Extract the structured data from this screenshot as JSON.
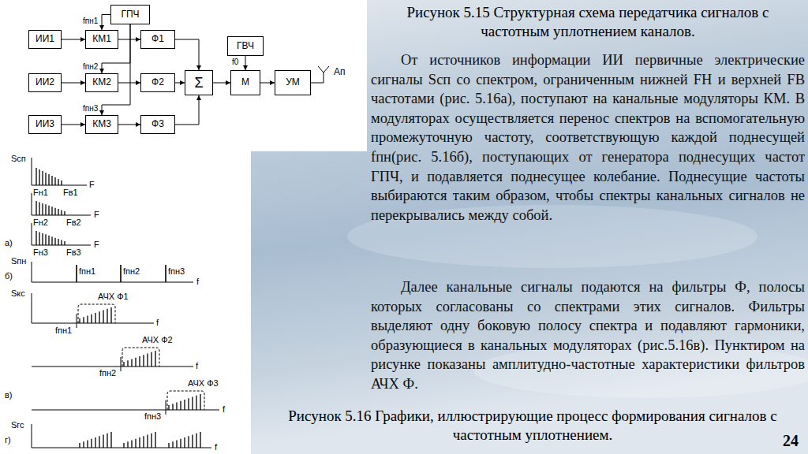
{
  "diagram": {
    "caption": "Рисунок 5.15 Структурная схема передатчика сигналов с частотным уплотнением каналов.",
    "nodes": [
      {
        "text": [
          "ГПЧ"
        ]
      },
      {
        "text": [
          "ИИ1"
        ]
      },
      {
        "text": [
          "КМ1"
        ]
      },
      {
        "text": [
          "Ф1"
        ]
      },
      {
        "text": [
          "ГВЧ"
        ]
      },
      {
        "text": [
          "ИИ2"
        ]
      },
      {
        "text": [
          "КМ2"
        ]
      },
      {
        "text": [
          "Ф2"
        ]
      },
      {
        "text": [
          "Σ"
        ]
      },
      {
        "text": [
          "М"
        ]
      },
      {
        "text": [
          "УМ"
        ]
      },
      {
        "text": [
          "ИИ3"
        ]
      },
      {
        "text": [
          "КМ3"
        ]
      },
      {
        "text": [
          "Ф3"
        ]
      }
    ],
    "edges": [
      {
        "from": 1,
        "to": 2,
        "arrow": "to"
      },
      {
        "from": 2,
        "to": 3,
        "arrow": "to"
      },
      {
        "from": 5,
        "to": 6,
        "arrow": "to"
      },
      {
        "from": 6,
        "to": 7,
        "arrow": "to"
      },
      {
        "from": 11,
        "to": 12,
        "arrow": "to"
      },
      {
        "from": 12,
        "to": 13,
        "arrow": "to"
      },
      {
        "from": 3,
        "to": 8,
        "arrow": "to"
      },
      {
        "from": 7,
        "to": 8,
        "arrow": "to"
      },
      {
        "from": 13,
        "to": 8,
        "arrow": "to"
      },
      {
        "from": 8,
        "to": 9,
        "arrow": "to"
      },
      {
        "from": 9,
        "to": 10,
        "arrow": "to"
      },
      {
        "from": 4,
        "to": 9,
        "label": "f0",
        "arrow": "to"
      },
      {
        "from": 0,
        "to": 2,
        "label": "fпн1",
        "arrow": "to"
      },
      {
        "from": 0,
        "to": 6,
        "label": "fпн2",
        "arrow": "to"
      },
      {
        "from": 0,
        "to": 12,
        "label": "fпн3",
        "arrow": "to"
      }
    ],
    "labels": [
      "Рисунок 5.16 Графики, иллюстрирующие процесс формирования сигналов с частотным уплотнением.",
      "От источников информации ИИ первичные электрические сигналы Sсп со спектром, ограниченным нижней FН и верхней FВ частотами (рис. 5.16а), поступают на канальные модуляторы КМ. В модуляторах осуществляется перенос спектров на вспомогательную промежуточную частоту, соответствующую каждой поднесущей fпн(рис. 5.16б), поступающих от генератора поднесущих частот ГПЧ, и подавляется поднесущее колебание. Поднесущие частоты выбираются таким образом, чтобы спектры канальных сигналов не перекрывались между собой.",
      "Далее канальные сигналы подаются на фильтры Ф, полосы которых согласованы со спектрами этих сигналов. Фильтры выделяют одну боковую полосу спектра и подавляют гармоники, образующиеся в канальных модуляторах (рис.5.16в). Пунктиром на рисунке показаны амплитудно-частотные характеристики фильтров АЧХ Ф.",
      "24",
      "Aп",
      "Sсп",
      "Fн1",
      "Fв1",
      "F",
      "Fн2",
      "Fв2",
      "F",
      "а)",
      "Fн3",
      "Fв3",
      "F",
      "Sпн",
      "б)",
      "fпн1",
      "fпн2",
      "fпн3",
      "f",
      "Sкс",
      "АЧХ Ф1",
      "fпн1",
      "f",
      "АЧХ Ф2",
      "fпн2",
      "f",
      "АЧХ Ф3",
      "в)",
      "fпн3",
      "f",
      "Sгс",
      "г)",
      "f"
    ]
  }
}
